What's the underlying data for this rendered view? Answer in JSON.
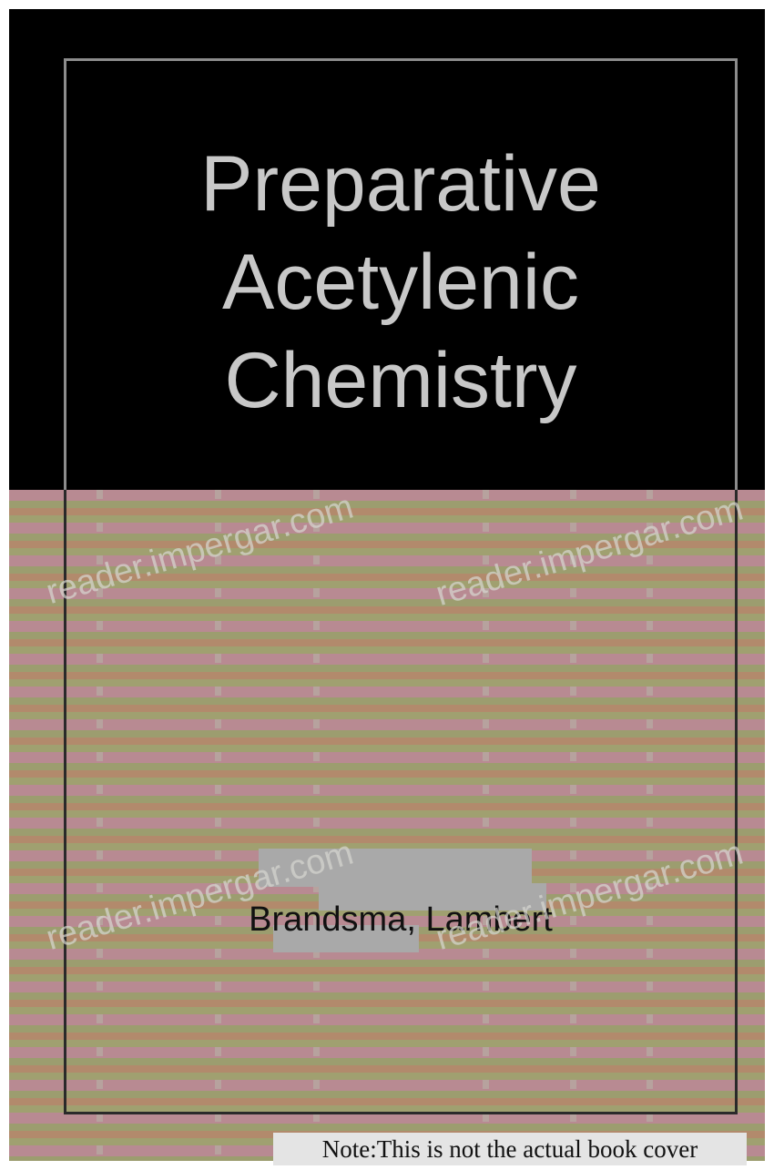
{
  "cover": {
    "title_lines": [
      "Preparative",
      "Acetylenic",
      "Chemistry"
    ],
    "author": "Brandsma, Lambert"
  },
  "watermarks": [
    "reader.impergar.com",
    "reader.impergar.com",
    "reader.impergar.com",
    "reader.impergar.com"
  ],
  "note": "Note:This is not the actual book cover",
  "colors": {
    "top_panel": "#000000",
    "title_text": "#c8c8c8",
    "stripe_pink": "#b88a92",
    "stripe_olive": "#9c9d6f",
    "stripe_tan": "#b28a6c"
  }
}
